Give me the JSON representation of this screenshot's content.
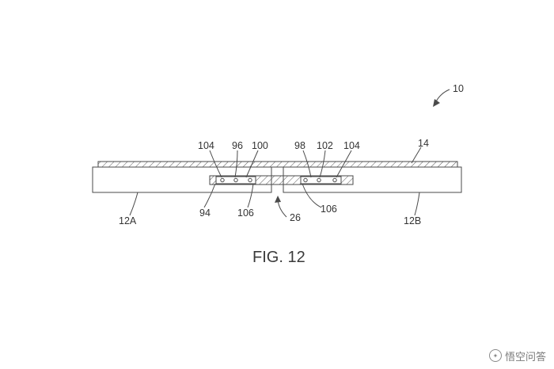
{
  "diagram": {
    "figure_label": "FIG. 12",
    "labels": {
      "ref_10": "10",
      "ref_14": "14",
      "ref_104_left": "104",
      "ref_96": "96",
      "ref_100": "100",
      "ref_98": "98",
      "ref_102": "102",
      "ref_104_right": "104",
      "ref_94": "94",
      "ref_106_left": "106",
      "ref_26": "26",
      "ref_106_right": "106",
      "ref_12a": "12A",
      "ref_12b": "12B"
    }
  },
  "watermark": {
    "text": "悟空问答",
    "logo_icon": "wukong-logo-icon"
  }
}
